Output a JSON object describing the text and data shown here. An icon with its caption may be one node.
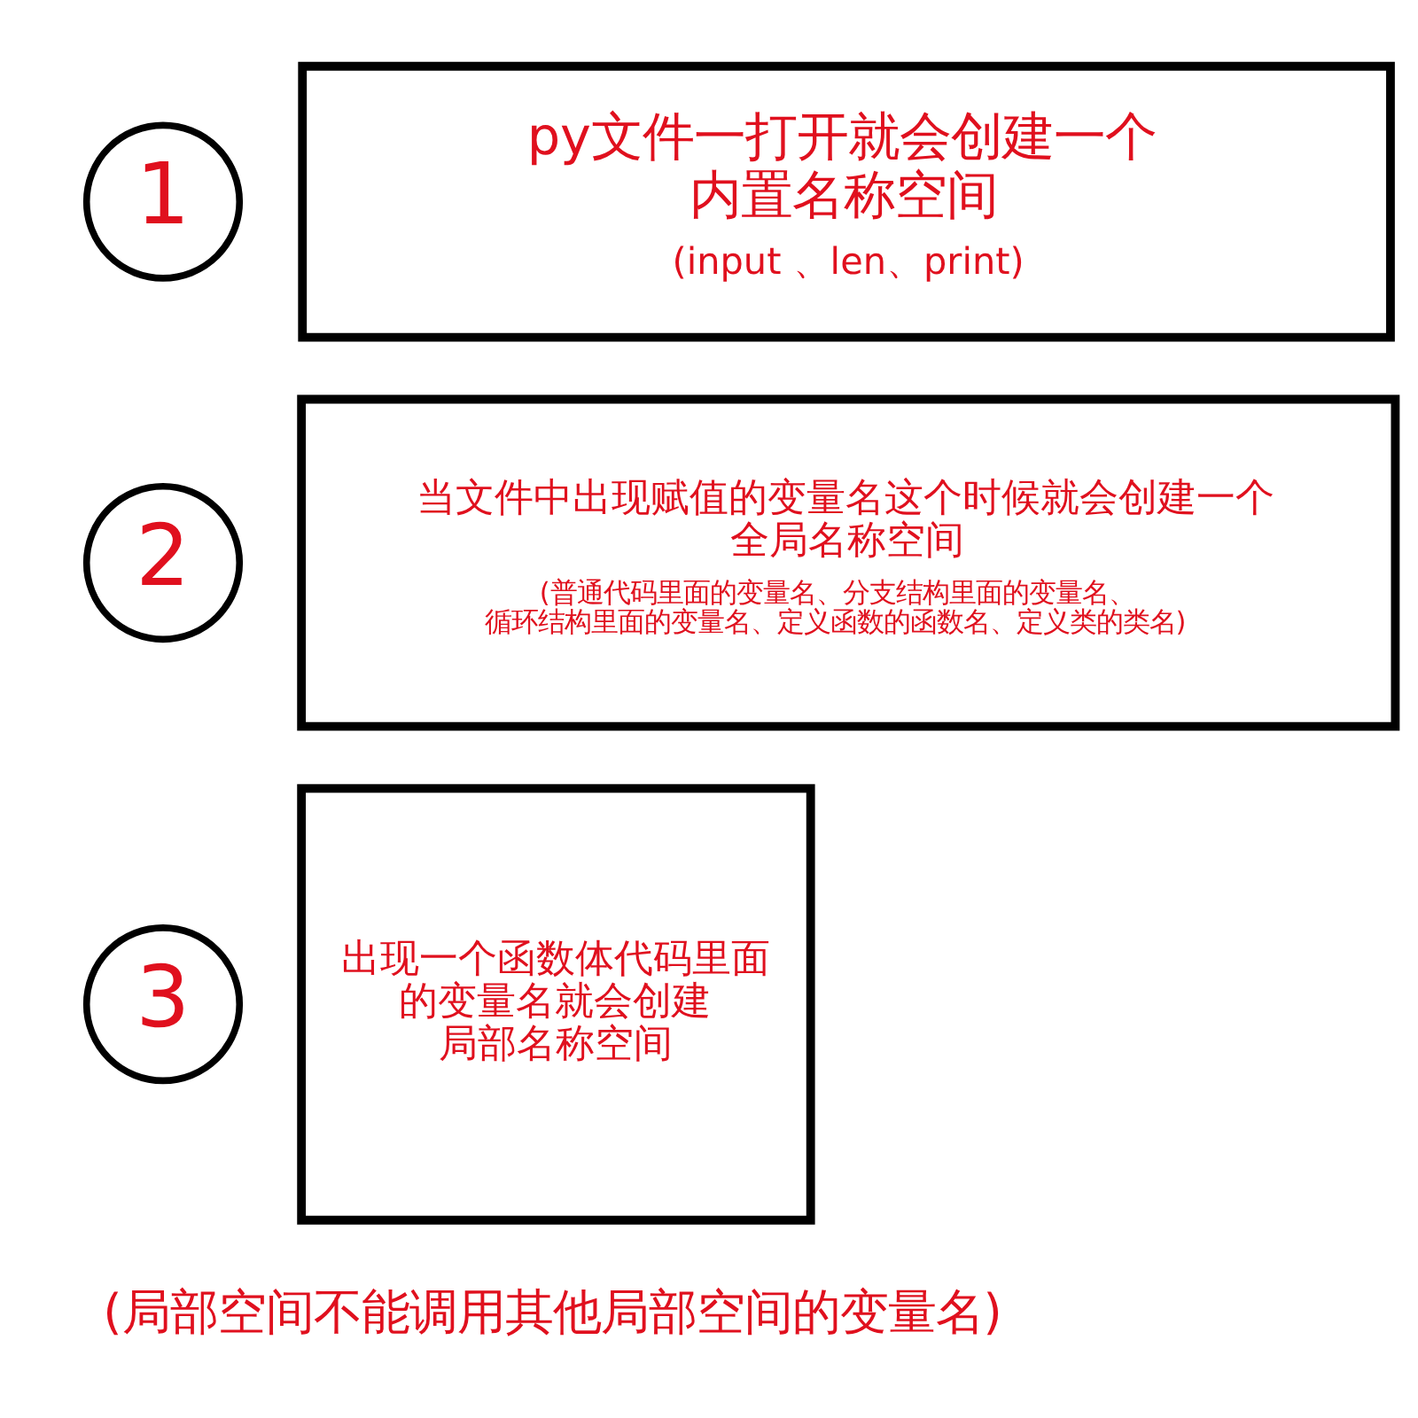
{
  "diagram": {
    "nodes": [
      {
        "text": [
          "1"
        ]
      },
      {
        "text": [
          "py文件一打开就会创建一个内置名称空间",
          "(input 、len、print)"
        ]
      },
      {
        "text": [
          "2"
        ]
      },
      {
        "text": [
          "当文件中出现赋值的变量名这个时候就会创建一个全局名称空间",
          "(普通代码里面的变量名、分支结构里面的变量名、循环结构里面的变量名、定义函数的函数名、定义类的类名)"
        ]
      },
      {
        "text": [
          "3"
        ]
      },
      {
        "text": [
          "出现一个函数体代码里面的变量名就会创建局部名称空间"
        ]
      }
    ],
    "edges": [],
    "labels": [
      "(局部空间不能调用其他局部空间的变量名)"
    ]
  }
}
